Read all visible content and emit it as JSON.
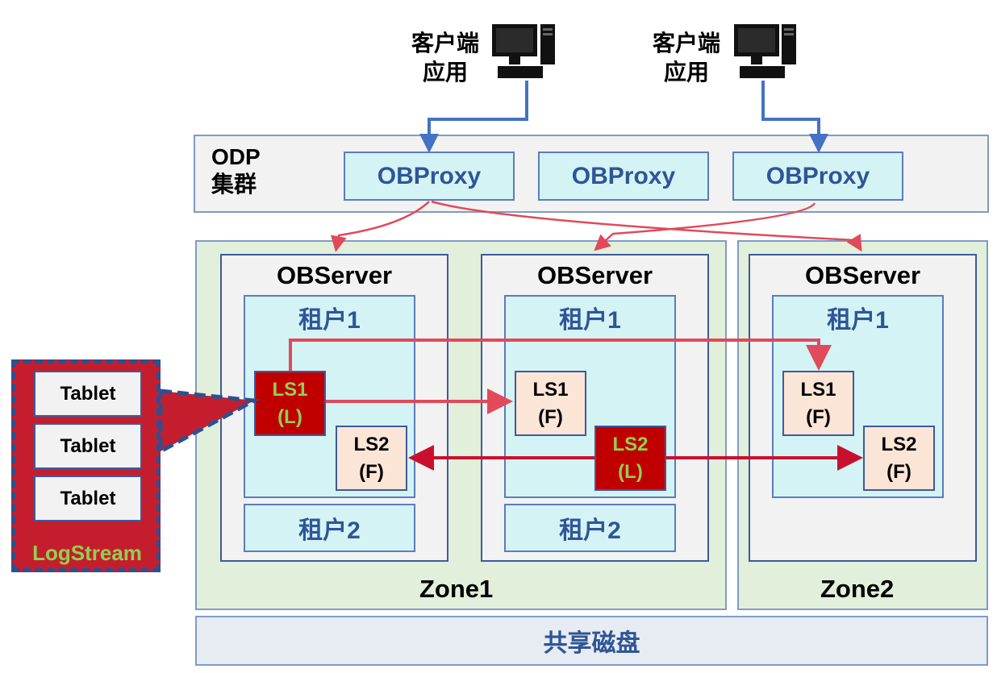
{
  "clients": [
    {
      "line1": "客户端",
      "line2": "应用"
    },
    {
      "line1": "客户端",
      "line2": "应用"
    }
  ],
  "odp": {
    "line1": "ODP",
    "line2": "集群"
  },
  "proxies": [
    "OBProxy",
    "OBProxy",
    "OBProxy"
  ],
  "servers": [
    {
      "label": "OBServer",
      "tenant1": "租户1",
      "tenant2": "租户2"
    },
    {
      "label": "OBServer",
      "tenant1": "租户1",
      "tenant2": "租户2"
    },
    {
      "label": "OBServer",
      "tenant1": "租户1"
    }
  ],
  "ls": {
    "s1_ls1": {
      "name": "LS1",
      "role": "(L)"
    },
    "s1_ls2": {
      "name": "LS2",
      "role": "(F)"
    },
    "s2_ls1": {
      "name": "LS1",
      "role": "(F)"
    },
    "s2_ls2": {
      "name": "LS2",
      "role": "(L)"
    },
    "s3_ls1": {
      "name": "LS1",
      "role": "(F)"
    },
    "s3_ls2": {
      "name": "LS2",
      "role": "(F)"
    }
  },
  "zones": [
    "Zone1",
    "Zone2"
  ],
  "shared_disk": "共享磁盘",
  "logstream": {
    "tablets": [
      "Tablet",
      "Tablet",
      "Tablet"
    ],
    "label": "LogStream"
  },
  "colors": {
    "proxy_fill": "#d4f3f5",
    "zone_fill": "#e2efda",
    "leader_fill": "#c00000",
    "follower_fill": "#fbe5d6",
    "leader_text": "#92d050",
    "link_blue": "#4472c4",
    "arrow_red": "#e04a5a"
  }
}
